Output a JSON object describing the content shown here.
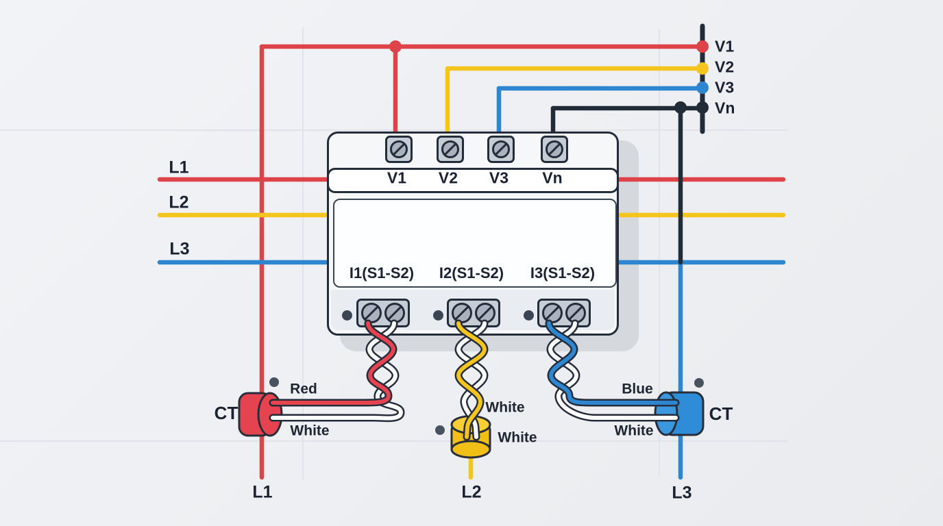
{
  "voltage_inputs": {
    "v1": "V1",
    "v2": "V2",
    "v3": "V3",
    "vn": "Vn"
  },
  "meter": {
    "voltage_terminal_labels": [
      "V1",
      "V2",
      "V3",
      "Vn"
    ],
    "current_terminal_labels": [
      "I1(S1-S2)",
      "I2(S1-S2)",
      "I3(S1-S2)"
    ]
  },
  "phases": {
    "left": [
      "L1",
      "L2",
      "L3"
    ],
    "bottom": [
      "L1",
      "L2",
      "L3"
    ]
  },
  "cts": {
    "left": {
      "label": "CT",
      "wire_top": "Red",
      "wire_bottom": "White"
    },
    "middle": {
      "wire_top": "White",
      "wire_bottom": "White"
    },
    "right": {
      "label": "CT",
      "wire_top": "Blue",
      "wire_bottom": "White"
    }
  },
  "colors": {
    "l1_red": "#dd4348",
    "l2_yellow": "#f5c41d",
    "l3_blue": "#2e86d0",
    "neutral_dark": "#222b38",
    "wire_white": "#ffffff",
    "background": "#eef0f3"
  }
}
